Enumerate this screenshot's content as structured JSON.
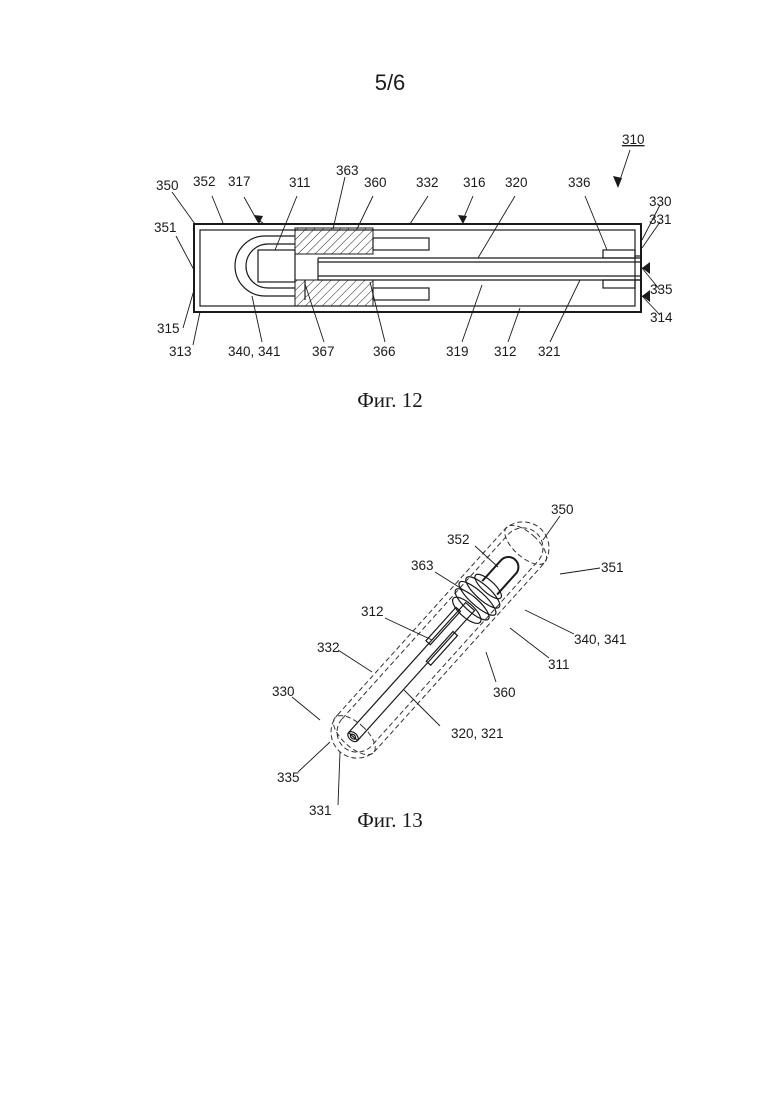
{
  "page_number": "5/6",
  "figure12": {
    "caption": "Фиг. 12",
    "labels": {
      "l310": "310",
      "l350": "350",
      "l352": "352",
      "l317": "317",
      "l311": "311",
      "l363": "363",
      "l360": "360",
      "l332": "332",
      "l316": "316",
      "l320": "320",
      "l336": "336",
      "l330": "330",
      "l331": "331",
      "l351": "351",
      "l335": "335",
      "l314": "314",
      "l315": "315",
      "l313": "313",
      "l340": "340, 341",
      "l367": "367",
      "l366": "366",
      "l319": "319",
      "l312": "312",
      "l321": "321"
    }
  },
  "figure13": {
    "caption": "Фиг. 13",
    "labels": {
      "l350": "350",
      "l352": "352",
      "l351": "351",
      "l363": "363",
      "l312": "312",
      "l340": "340, 341",
      "l332": "332",
      "l311": "311",
      "l360": "360",
      "l330": "330",
      "l320": "320, 321",
      "l335": "335",
      "l331": "331"
    }
  }
}
